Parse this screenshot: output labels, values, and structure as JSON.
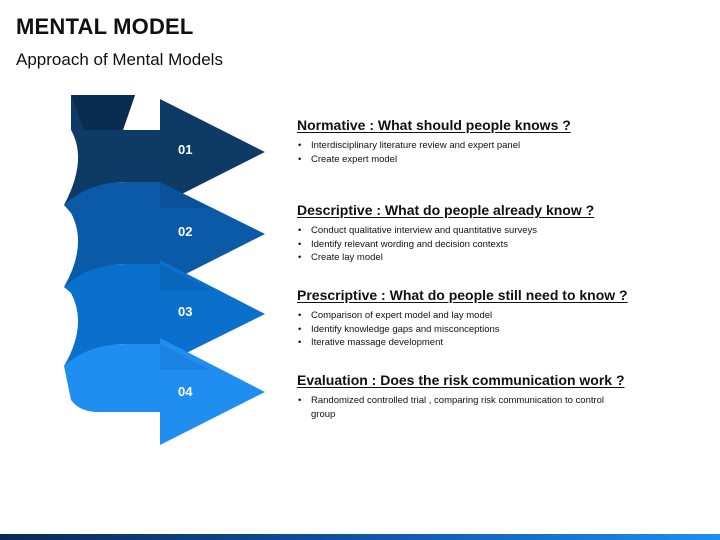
{
  "title": "MENTAL MODEL",
  "subtitle": "Approach of Mental Models",
  "steps": [
    {
      "number": "01",
      "heading": "Normative : What should people knows ?",
      "bullets": [
        "Interdisciplinary literature review and expert panel",
        "Create expert model"
      ],
      "color": "#0e3a66"
    },
    {
      "number": "02",
      "heading": "Descriptive : What do people already know ?",
      "bullets": [
        "Conduct qualitative interview and quantitative surveys",
        "Identify relevant wording and decision contexts",
        "Create lay model"
      ],
      "color": "#0a5aa8"
    },
    {
      "number": "03",
      "heading": "Prescriptive : What do people still need to know ?",
      "bullets": [
        "Comparison of expert model and lay model",
        "Identify knowledge gaps and misconceptions",
        "Iterative massage development"
      ],
      "color": "#0b6fcc"
    },
    {
      "number": "04",
      "heading": "Evaluation : Does the risk communication work ?",
      "bullets": [
        "Randomized controlled trial , comparing risk communication to control group"
      ],
      "color": "#1f8ef0"
    }
  ]
}
